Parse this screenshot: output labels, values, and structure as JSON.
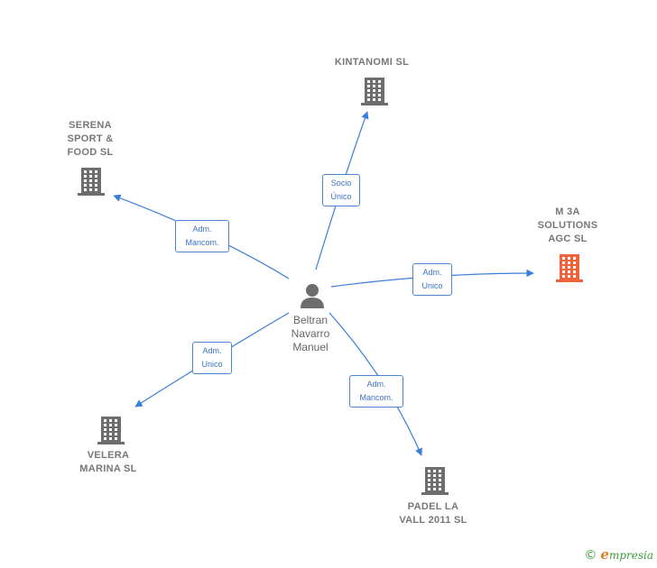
{
  "colors": {
    "edge": "#3b7dd8",
    "building": "#6d6d6d",
    "building_focus": "#f0623a",
    "person": "#6d6d6d"
  },
  "person": {
    "name": "Beltran\nNavarro\nManuel",
    "icon": "person-icon"
  },
  "companies": [
    {
      "id": "kintanomi",
      "name": "KINTANOMI  SL",
      "icon": "building-icon",
      "focus": false
    },
    {
      "id": "serena",
      "name": "SERENA\nSPORT &\nFOOD  SL",
      "icon": "building-icon",
      "focus": false
    },
    {
      "id": "m3a",
      "name": "M 3A\nSOLUTIONS\nAGC  SL",
      "icon": "building-icon",
      "focus": true
    },
    {
      "id": "velera",
      "name": "VELERA\nMARINA  SL",
      "icon": "building-icon",
      "focus": false
    },
    {
      "id": "padel",
      "name": "PADEL LA\nVALL 2011 SL",
      "icon": "building-icon",
      "focus": false
    }
  ],
  "relations": [
    {
      "target": "kintanomi",
      "label": "Socio\nÚnico"
    },
    {
      "target": "serena",
      "label": "Adm.\nMancom."
    },
    {
      "target": "m3a",
      "label": "Adm.\nUnico"
    },
    {
      "target": "velera",
      "label": "Adm.\nUnico"
    },
    {
      "target": "padel",
      "label": "Adm.\nMancom."
    }
  ],
  "footer": {
    "copyright": "©",
    "brand_initial": "e",
    "brand_rest": "mpresia"
  }
}
